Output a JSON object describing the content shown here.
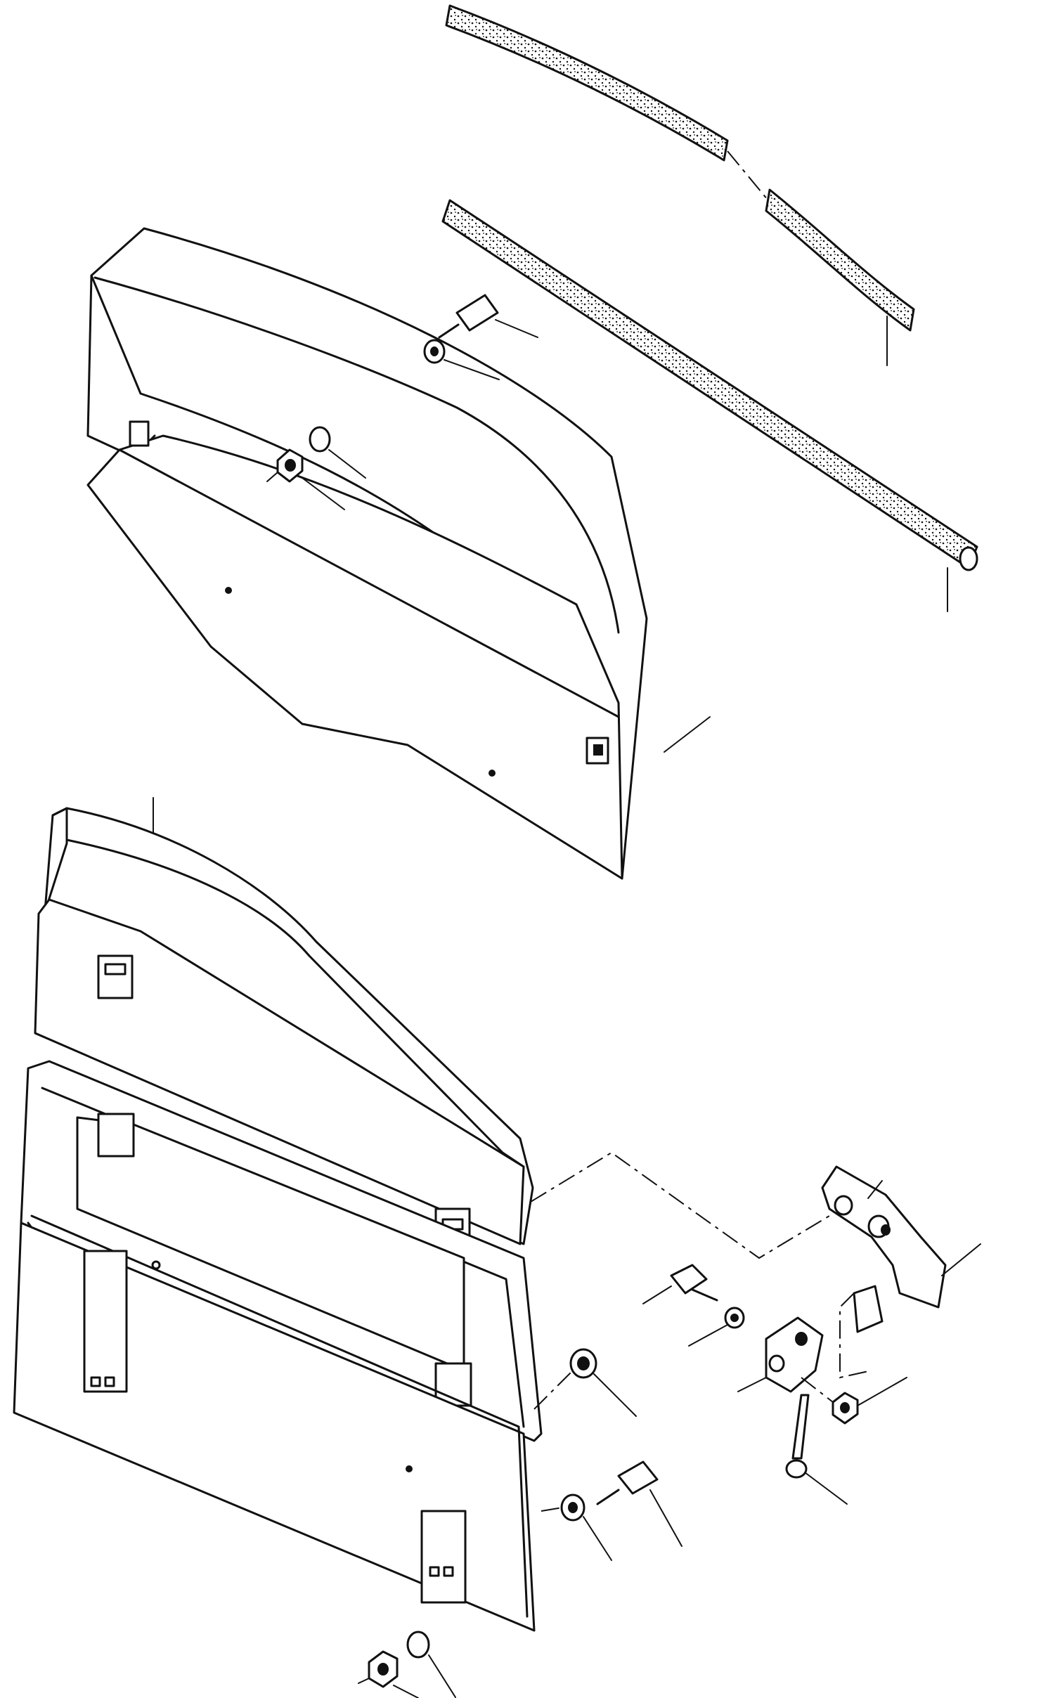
{
  "figure": {
    "kind": "exploded parts illustration",
    "parts": [
      "seal-strip-upper",
      "seal-strip-lower",
      "hood-cover",
      "upper-door-panel",
      "lower-door-panel",
      "hinge-bracket",
      "hinge-clevis",
      "cotter-pin",
      "bolts",
      "nuts",
      "washers"
    ]
  }
}
